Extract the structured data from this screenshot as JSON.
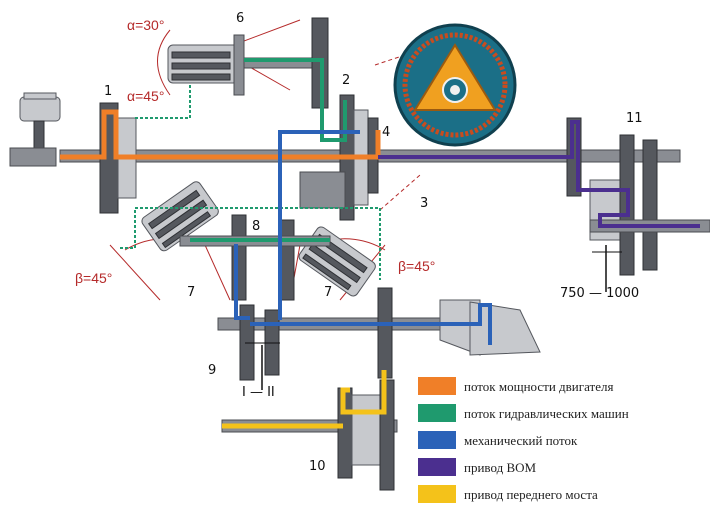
{
  "colors": {
    "engine": "#f07f28",
    "hydraulic": "#1f9a6e",
    "mechanical": "#2b62b8",
    "pto": "#4b2f8f",
    "front_axle": "#f4c21a",
    "angle_lines": "#b52a2a"
  },
  "callouts": {
    "n1": "1",
    "n2": "2",
    "n3": "3",
    "n4": "4",
    "n6": "6",
    "n7_left": "7",
    "n7_right": "7",
    "n8": "8",
    "n9": "9",
    "n10": "10",
    "n11": "11"
  },
  "angles": {
    "alpha_30": "α=30°",
    "alpha_45": "α=45°",
    "beta_left": "β=45°",
    "beta_right": "β=45°"
  },
  "labels": {
    "pto_speeds": "750 — 1000",
    "range_selector": "I — II"
  },
  "legend": [
    {
      "label": "поток мощности двигателя",
      "color": "#f07f28"
    },
    {
      "label": "поток гидравлических машин",
      "color": "#1f9a6e"
    },
    {
      "label": "механический поток",
      "color": "#2b62b8"
    },
    {
      "label": "привод ВОМ",
      "color": "#4b2f8f"
    },
    {
      "label": "привод переднего моста",
      "color": "#f4c21a"
    }
  ]
}
